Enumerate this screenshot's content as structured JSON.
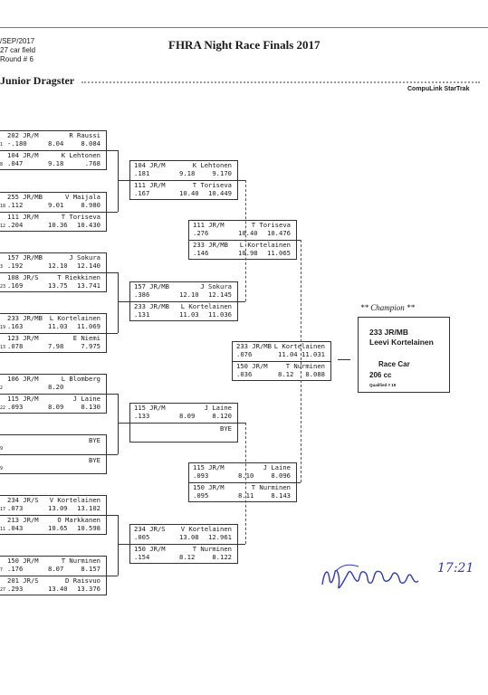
{
  "header": {
    "date": "/SEP/2017",
    "car_field": "27 car field",
    "round": "Round # 6",
    "title": "FHRA Night Race Finals 2017",
    "class_name": "Junior Dragster",
    "compulink": "CompuLink StarTrak"
  },
  "rounds": {
    "r1": [
      {
        "top": {
          "num": "202",
          "cls": "JR/M",
          "name": "R Raussi",
          "lane": "1",
          "rt": "-.180",
          "et": "8.04",
          "dial": "8.084"
        },
        "bot": {
          "num": "104",
          "cls": "JR/M",
          "name": "K Lehtonen",
          "lane": "8",
          "rt": ".047",
          "et": "9.18",
          "dial": ".768"
        }
      },
      {
        "top": {
          "num": "255",
          "cls": "JR/MB",
          "name": "V Maijala",
          "lane": "18",
          "rt": ".112",
          "et": "9.01",
          "dial": "8.980"
        },
        "bot": {
          "num": "111",
          "cls": "JR/M",
          "name": "T Toriseva",
          "lane": "12",
          "rt": ".204",
          "et": "10.36",
          "dial": "10.430"
        }
      },
      {
        "top": {
          "num": "157",
          "cls": "JR/MB",
          "name": "J Sokura",
          "lane": "3",
          "rt": ".192",
          "et": "12.10",
          "dial": "12.140"
        },
        "bot": {
          "num": "108",
          "cls": "JR/S",
          "name": "T Riekkinen",
          "lane": "23",
          "rt": ".169",
          "et": "13.75",
          "dial": "13.741"
        }
      },
      {
        "top": {
          "num": "233",
          "cls": "JR/MB",
          "name": "L Kortelainen",
          "lane": "19",
          "rt": ".163",
          "et": "11.03",
          "dial": "11.069"
        },
        "bot": {
          "num": "123",
          "cls": "JR/M",
          "name": "E Niemi",
          "lane": "13",
          "rt": ".078",
          "et": "7.98",
          "dial": "7.975"
        }
      },
      {
        "top": {
          "num": "106",
          "cls": "JR/M",
          "name": "L Blomberg",
          "lane": "2",
          "rt": "",
          "et": "8.20",
          "dial": ""
        },
        "bot": {
          "num": "115",
          "cls": "JR/M",
          "name": "J Laine",
          "lane": "22",
          "rt": ".093",
          "et": "8.09",
          "dial": "8.130"
        }
      },
      {
        "top": {
          "num": "",
          "cls": "",
          "name": "BYE",
          "lane": "9",
          "rt": "",
          "et": "",
          "dial": ""
        },
        "bot": {
          "num": "",
          "cls": "",
          "name": "BYE",
          "lane": "9",
          "rt": "",
          "et": "",
          "dial": ""
        }
      },
      {
        "top": {
          "num": "234",
          "cls": "JR/S",
          "name": "V Kortelainen",
          "lane": "17",
          "rt": ".073",
          "et": "13.09",
          "dial": "13.102"
        },
        "bot": {
          "num": "213",
          "cls": "JR/M",
          "name": "O Markkanen",
          "lane": "11",
          "rt": ".043",
          "et": "10.65",
          "dial": "10.598"
        }
      },
      {
        "top": {
          "num": "150",
          "cls": "JR/M",
          "name": "T Nurminen",
          "lane": "7",
          "rt": ".176",
          "et": "8.07",
          "dial": "8.157"
        },
        "bot": {
          "num": "201",
          "cls": "JR/S",
          "name": "D Raisvuo",
          "lane": "27",
          "rt": ".293",
          "et": "13.40",
          "dial": "13.376"
        }
      }
    ],
    "r2": [
      {
        "top": {
          "num": "104",
          "cls": "JR/M",
          "name": "K Lehtonen",
          "rt": ".181",
          "et": "9.18",
          "dial": "9.170"
        },
        "bot": {
          "num": "111",
          "cls": "JR/M",
          "name": "T Toriseva",
          "rt": ".167",
          "et": "10.40",
          "dial": "10.449"
        }
      },
      {
        "top": {
          "num": "157",
          "cls": "JR/MB",
          "name": "J Sokura",
          "rt": ".386",
          "et": "12.10",
          "dial": "12.145"
        },
        "bot": {
          "num": "233",
          "cls": "JR/MB",
          "name": "L Kortelainen",
          "rt": ".131",
          "et": "11.03",
          "dial": "11.036"
        }
      },
      {
        "top": {
          "num": "115",
          "cls": "JR/M",
          "name": "J Laine",
          "rt": ".133",
          "et": "8.09",
          "dial": "8.120"
        },
        "bot": {
          "num": "",
          "cls": "",
          "name": "BYE",
          "rt": "",
          "et": "",
          "dial": ""
        }
      },
      {
        "top": {
          "num": "234",
          "cls": "JR/S",
          "name": "V Kortelainen",
          "rt": ".005",
          "et": "13.08",
          "dial": "12.961"
        },
        "bot": {
          "num": "150",
          "cls": "JR/M",
          "name": "T Nurminen",
          "rt": ".154",
          "et": "8.12",
          "dial": "8.122"
        }
      }
    ],
    "r3": [
      {
        "top": {
          "num": "111",
          "cls": "JR/M",
          "name": "T Toriseva",
          "rt": ".276",
          "et": "10.40",
          "dial": "10.476"
        },
        "bot": {
          "num": "233",
          "cls": "JR/MB",
          "name": "L Kortelainen",
          "rt": ".146",
          "et": "10.98",
          "dial": "11.065"
        }
      },
      {
        "top": {
          "num": "115",
          "cls": "JR/M",
          "name": "J Laine",
          "rt": ".093",
          "et": "8.10",
          "dial": "8.096"
        },
        "bot": {
          "num": "150",
          "cls": "JR/M",
          "name": "T Nurminen",
          "rt": ".095",
          "et": "8.11",
          "dial": "8.143"
        }
      }
    ],
    "final": {
      "top": {
        "num": "233",
        "cls": "JR/MB",
        "name": "L Kortelainen",
        "rt": ".076",
        "et": "11.04",
        "dial": "11.031"
      },
      "bot": {
        "num": "150",
        "cls": "JR/M",
        "name": "T Nurminen",
        "rt": ".036",
        "et": "8.12",
        "dial": "8.088"
      }
    }
  },
  "champion": {
    "label": "** Champion **",
    "number_class": "233  JR/MB",
    "name": "Leevi Kortelainen",
    "car": "Race Car",
    "cc": "206 cc",
    "qualified": "Qualified # 19"
  },
  "signature": {
    "time": "17:21"
  }
}
